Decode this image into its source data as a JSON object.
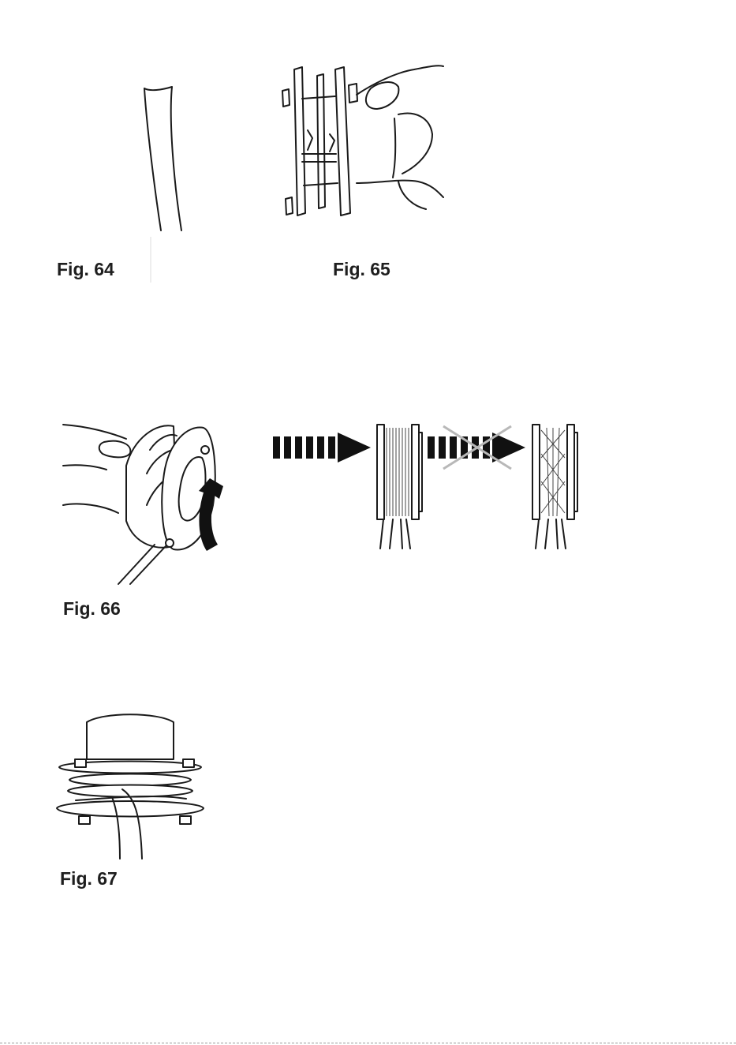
{
  "figures": [
    {
      "id": "fig64",
      "caption": "Fig. 64",
      "depicts": "trimmer-line"
    },
    {
      "id": "fig65",
      "caption": "Fig. 65",
      "depicts": "hand-holding-spool"
    },
    {
      "id": "fig66",
      "caption": "Fig. 66",
      "depicts": "winding-spool-with-rotation-arrow"
    },
    {
      "id": "fig66b",
      "caption": "",
      "depicts": "correct-vs-incorrect-winding"
    },
    {
      "id": "fig67",
      "caption": "Fig. 67",
      "depicts": "wound-spool-with-line"
    }
  ],
  "colors": {
    "ink": "#1a1a1a",
    "cross_grey": "#b8b8b8",
    "background": "#ffffff"
  }
}
